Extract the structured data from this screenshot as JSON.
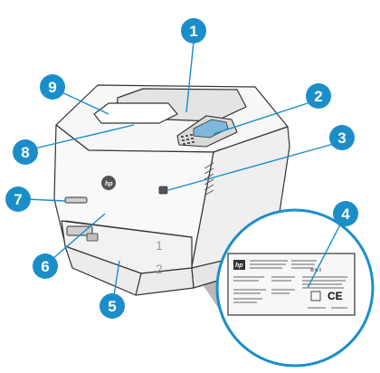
{
  "callouts": [
    {
      "label": "1"
    },
    {
      "label": "2"
    },
    {
      "label": "3"
    },
    {
      "label": "4"
    },
    {
      "label": "5"
    },
    {
      "label": "6"
    },
    {
      "label": "7"
    },
    {
      "label": "8"
    },
    {
      "label": "9"
    }
  ],
  "printer": {
    "logo_text": "hp",
    "tray1_number": "1",
    "tray2_number": "2"
  },
  "label_plate": {
    "logo_text": "hp",
    "ce_mark": "CE"
  },
  "colors": {
    "callout": "#1b8ec9",
    "callout_text": "#ffffff",
    "printer_body": "#f4f4f4",
    "outline": "#333333",
    "zoom_wedge": "#b8b8b8"
  }
}
